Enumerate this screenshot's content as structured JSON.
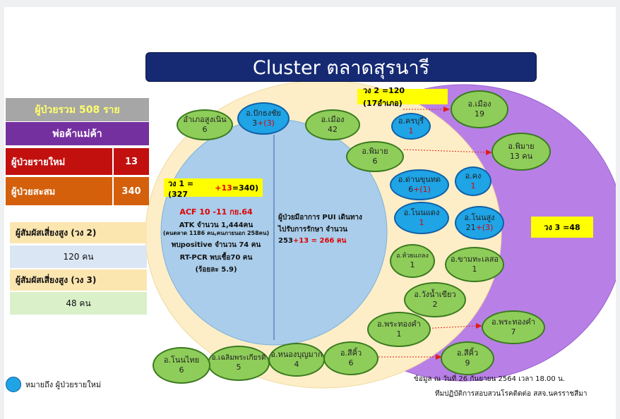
{
  "title": "Cluster ตลาดสุรนารี",
  "left": {
    "total": "ผู้ป่วยรวม 508 ราย",
    "vendors": "พ่อค้าแม่ค้า",
    "new_label": "ผู้ป่วยรายใหม่",
    "new_value": "13",
    "cum_label": "ผู้ป่วยสะสม",
    "cum_value": "340",
    "ring2_label": "ผู้สัมผัสเสี่ยงสูง (วง 2)",
    "ring2_value": "120 คน",
    "ring3_label": "ผู้สัมผัสเสี่ยงสูง (วง 3)",
    "ring3_value": "48 คน"
  },
  "ring1": {
    "label_a": "วง 1 = (327",
    "label_b": "+13",
    "label_c": " =340)",
    "acf": "ACF 10 -11 กย.64",
    "atk1": "ATK จำนวน 1,444คน",
    "atk2": "(คนตลาด 1186 คน,คนภายนอก 258คน)",
    "pos": "พบpositive จำนวน 74 คน",
    "rtpcr": "RT-PCR พบเชื้อ70 คน",
    "pct": "(ร้อยละ 5.9)",
    "pui1": "ผู้ป่วยมีอาการ PUI เดินทาง",
    "pui2": "ไปรับการรักษา จำนวน",
    "pui3a": "253",
    "pui3b": "+13 = 266 คน"
  },
  "ring2_title": "วง 2 =120 (17อำเภอ)",
  "ring3_title": "วง 3 =48",
  "nodes": [
    {
      "name": "อำเภอสูงเนิน",
      "value": "6"
    },
    {
      "name": "อ.ปักธงชัย",
      "value": "3",
      "extra": "+(3)"
    },
    {
      "name": "อ.เมือง",
      "value": "42"
    },
    {
      "name": "อ.ครบุรี",
      "value": "1"
    },
    {
      "name": "อ.พิมาย",
      "value": "6"
    },
    {
      "name": "อ.ด่านขุนทด",
      "value": "6",
      "extra": "+(1)"
    },
    {
      "name": "อ.คง",
      "value": "1"
    },
    {
      "name": "อ.โนนแดง",
      "value": "1"
    },
    {
      "name": "อ.โนนสูง",
      "value": "21",
      "extra": "+(3)"
    },
    {
      "name": "อ.ห้วยแถลง",
      "value": "1"
    },
    {
      "name": "อ.ขามทะเลสอ",
      "value": "1"
    },
    {
      "name": "อ.วังน้ำเขียว",
      "value": "2"
    },
    {
      "name": "อ.พระทองคำ",
      "value": "1"
    },
    {
      "name": "อ.สีคิ้ว",
      "value": "6"
    },
    {
      "name": "อ.หนองบุญมาก",
      "value": "4"
    },
    {
      "name": "อ.เฉลิมพระเกียรติ",
      "value": "5"
    },
    {
      "name": "อ.โนนไทย",
      "value": "6"
    },
    {
      "name": "อ.เมือง",
      "value": "19"
    },
    {
      "name": "อ.พิมาย",
      "value": "13 คน"
    },
    {
      "name": "อ.พระทองคำ",
      "value": "7"
    },
    {
      "name": "อ.สีคิ้ว",
      "value": "9"
    }
  ],
  "legend": "หมายถึง  ผู้ป่วยรายใหม่",
  "footer1": "ข้อมูล ณ วันที่ 26 กันยายน 2564 เวลา 18.00 น.",
  "footer2": "ทีมปฏิบัติการสอบสวนโรคติดต่อ สสจ.นครราชสีมา",
  "colors": {
    "title_bg": "#162a74",
    "green_node": "#8fcd5a",
    "blue_node": "#1fa4e6",
    "ring1": "#a9cdea",
    "ring2": "#fdeec7",
    "ring3": "#b880e6",
    "yellow_label": "#ffff00"
  }
}
